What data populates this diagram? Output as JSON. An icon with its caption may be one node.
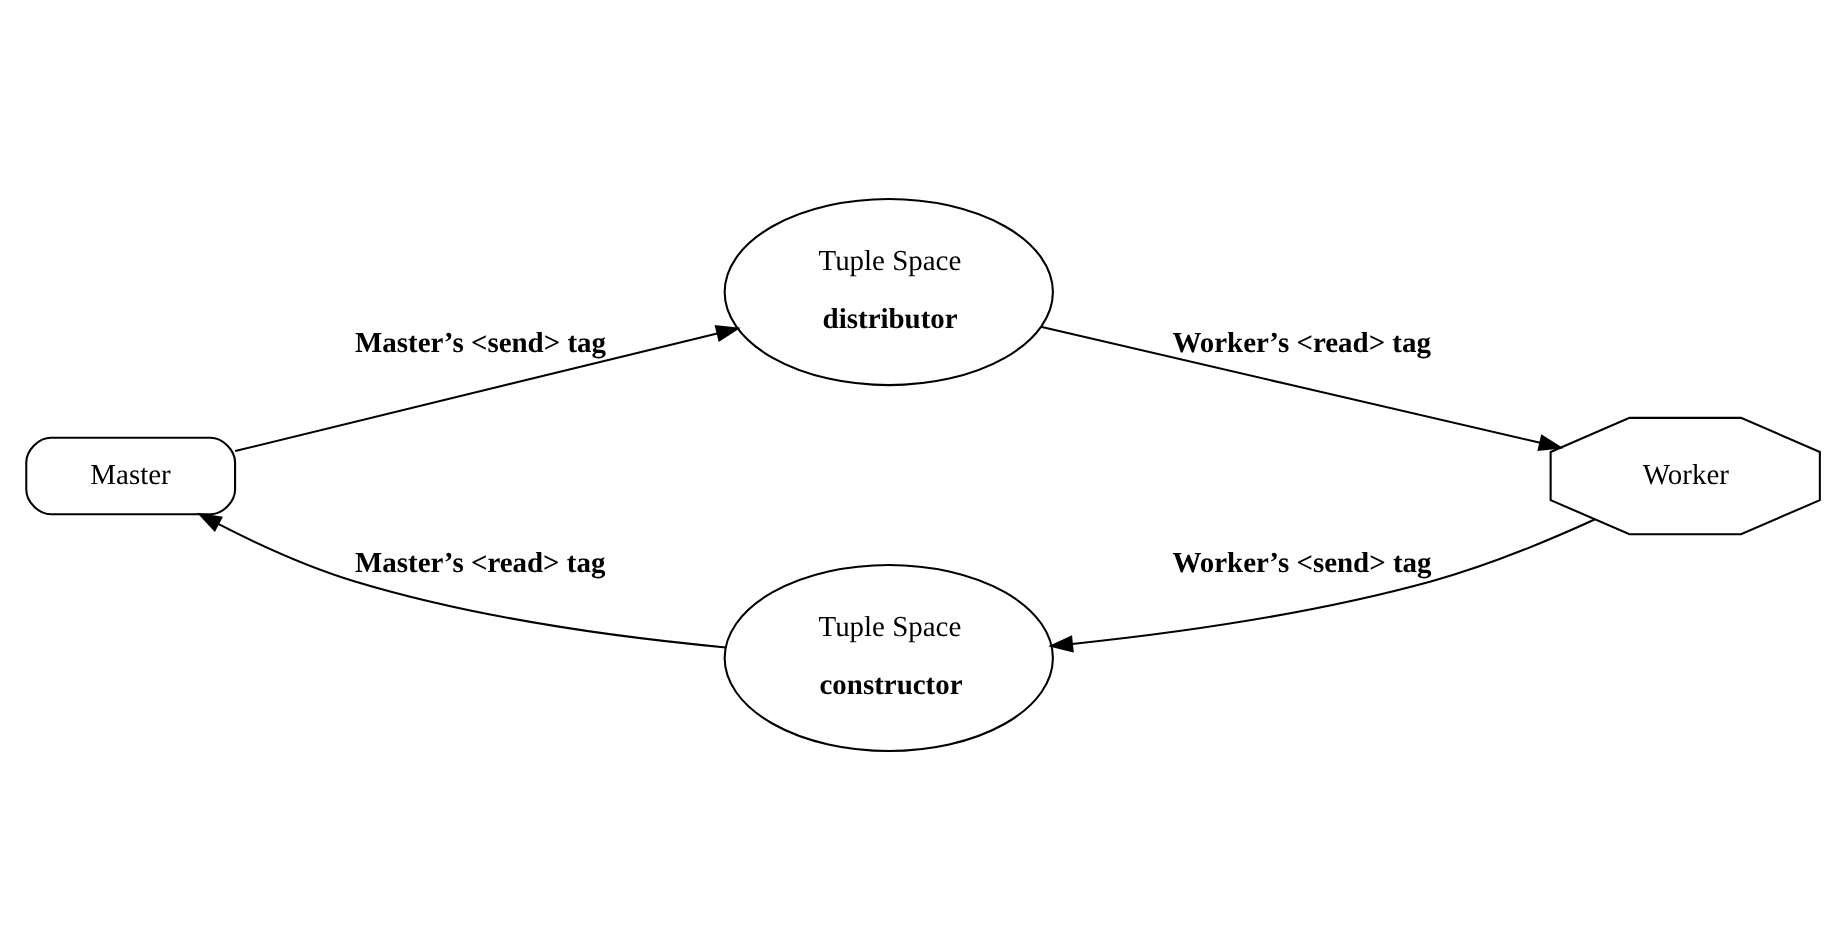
{
  "diagram": {
    "nodes": [
      {
        "text": [
          "Master"
        ]
      },
      {
        "text": [
          "Tuple Space",
          "distributor"
        ]
      },
      {
        "text": [
          "Worker"
        ]
      },
      {
        "text": [
          "Tuple Space",
          "constructor"
        ]
      }
    ],
    "edges": [
      {
        "from": 0,
        "to": 1,
        "arrow": "to",
        "label": "Master’s <send> tag"
      },
      {
        "from": 1,
        "to": 2,
        "arrow": "to",
        "label": "Worker’s <read> tag"
      },
      {
        "from": 2,
        "to": 3,
        "arrow": "to",
        "label": "Worker’s <send> tag"
      },
      {
        "from": 3,
        "to": 0,
        "arrow": "to",
        "label": "Master’s <read> tag"
      }
    ]
  }
}
